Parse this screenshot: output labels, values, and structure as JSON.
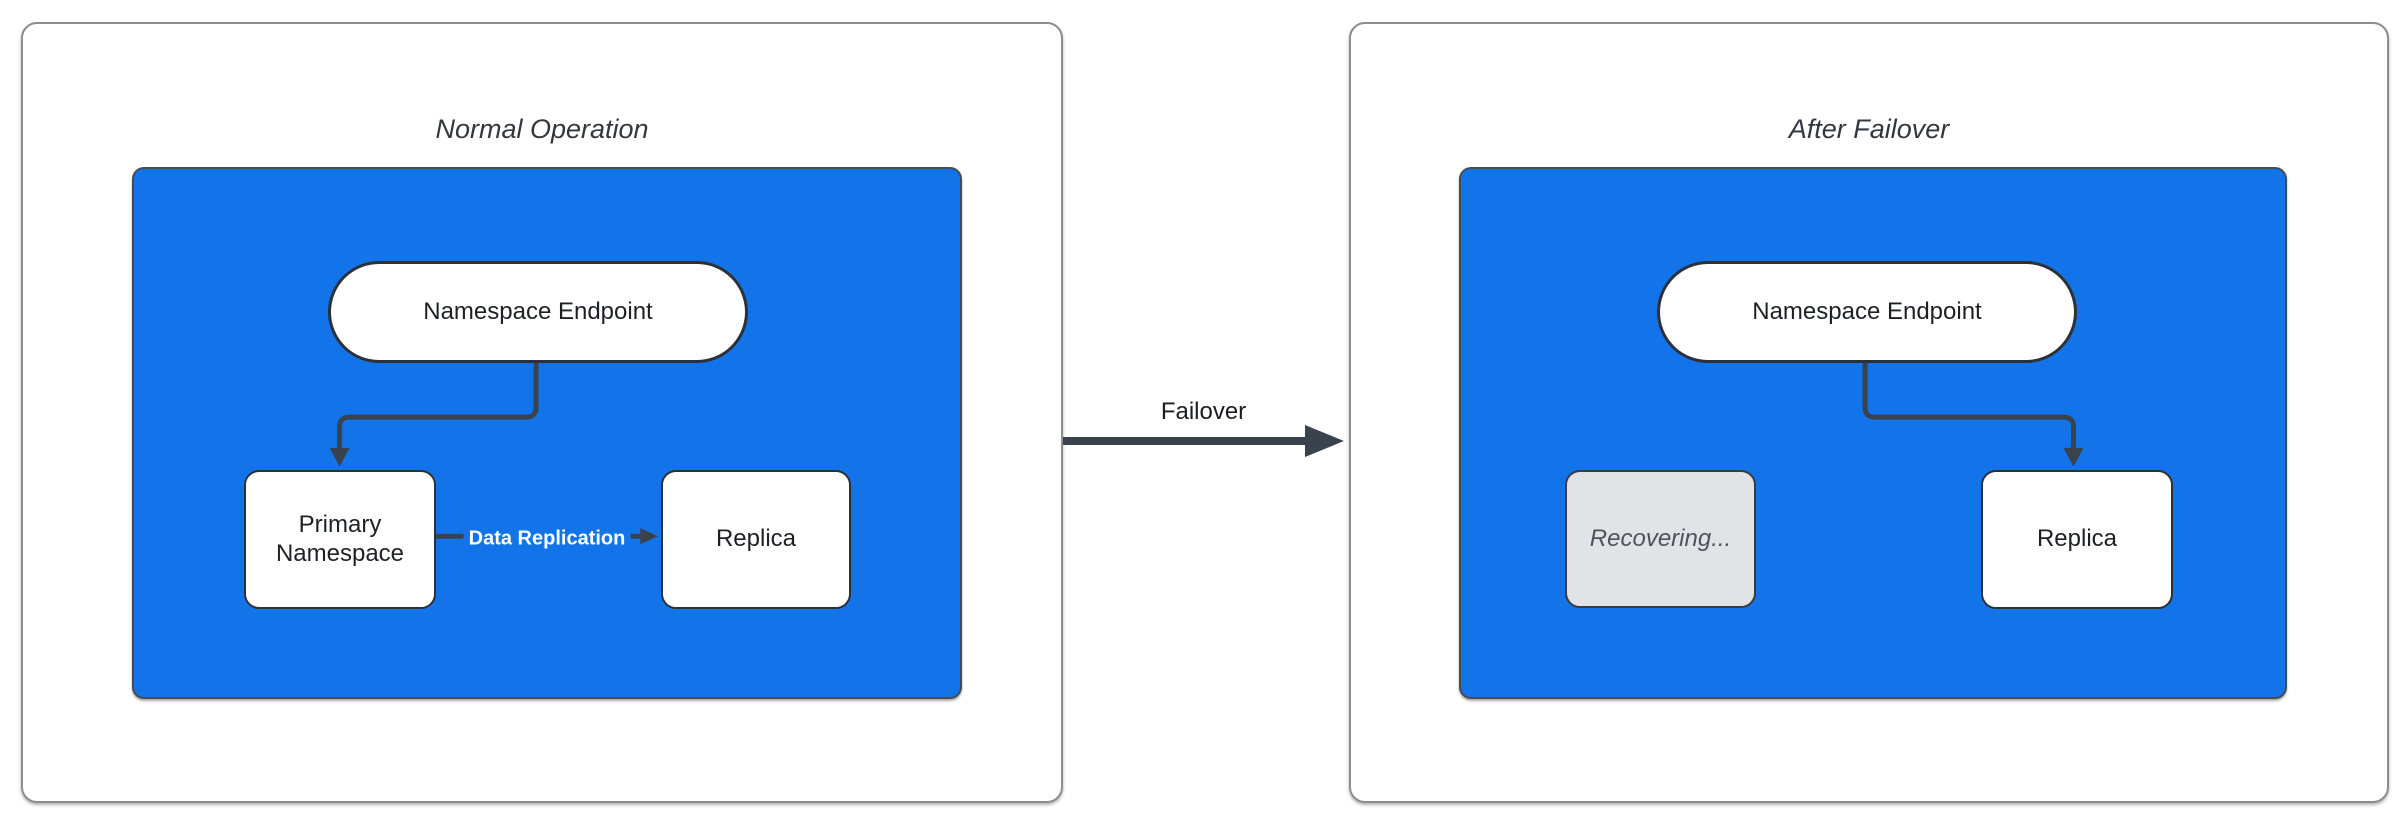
{
  "diagram": {
    "panels": [
      {
        "title": "Normal Operation",
        "endpoint_label": "Namespace Endpoint",
        "left_node": "Primary Namespace",
        "right_node": "Replica",
        "edge_label": "Data Replication"
      },
      {
        "title": "After Failover",
        "endpoint_label": "Namespace Endpoint",
        "left_node": "Recovering...",
        "right_node": "Replica"
      }
    ],
    "transition_label": "Failover",
    "colors": {
      "cluster_fill": "#1274e8",
      "cluster_border": "#454c55",
      "edge": "#3a424e",
      "node_fill": "#ffffff",
      "node_border": "#2c3038",
      "node_text": "#1d2126",
      "disabled_fill": "#e2e3e6",
      "disabled_border": "#383c42",
      "disabled_text": "#4d545e",
      "panel_border": "#8a8d91",
      "title_text": "#33383e",
      "edge_label_text": "#ffffff",
      "transition_text": "#1a1d22"
    }
  }
}
